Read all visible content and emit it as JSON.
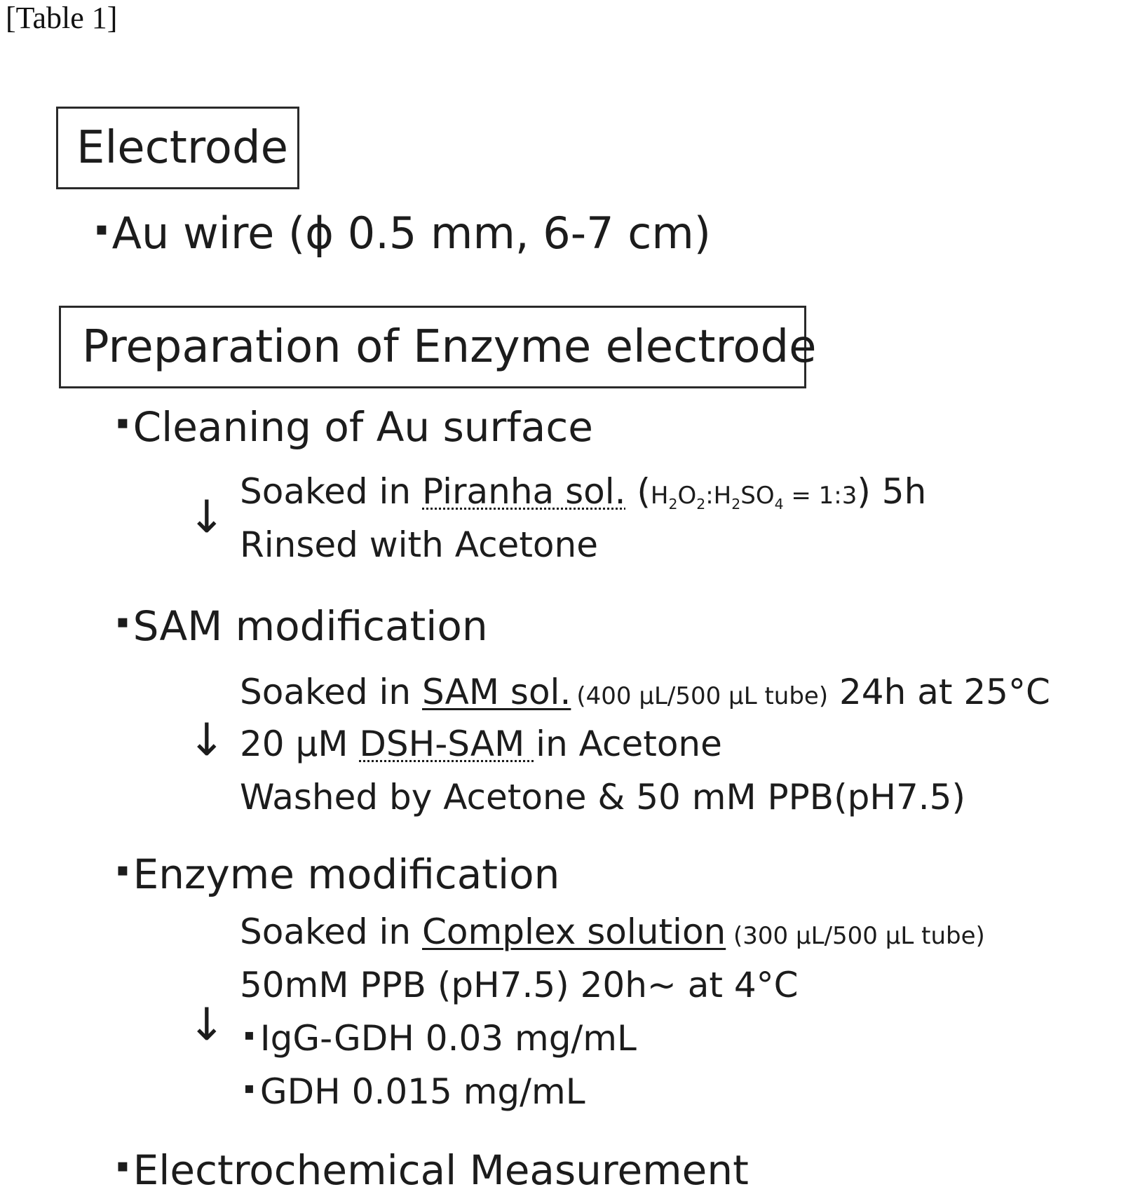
{
  "caption": "[Table 1]",
  "electrode": {
    "heading": "Electrode",
    "bullet": "▪",
    "item": "Au wire (ϕ 0.5 mm, 6-7 cm)"
  },
  "preparation": {
    "heading": "Preparation of Enzyme electrode",
    "arrow": "↓",
    "cleaning": {
      "title": "Cleaning of Au surface",
      "line1_prefix": "Soaked  in ",
      "line1_link": "Piranha sol.",
      "line1_formula_h": "H",
      "line1_formula_2a": "2",
      "line1_formula_o": "O",
      "line1_formula_2b": "2",
      "line1_formula_h2": ":H",
      "line1_formula_2c": "2",
      "line1_formula_so": "SO",
      "line1_formula_4": "4",
      "line1_formula_ratio": " = 1:3",
      "line1_open": " (",
      "line1_close": ")",
      "line1_suffix": " 5h",
      "line2": "Rinsed  with  Acetone"
    },
    "sam": {
      "title": "SAM modification",
      "line1_prefix": "Soaked  in ",
      "line1_link": "SAM sol.",
      "line1_small": "(400 µL/500 µL tube)",
      "line1_suffix": " 24h at 25°C",
      "line2_prefix": "20 µM ",
      "line2_link": "DSH-SAM ",
      "line2_suffix": "in Acetone",
      "line3": "Washed  by  Acetone  &  50 mM  PPB(pH7.5)"
    },
    "enzyme": {
      "title": "Enzyme modification",
      "line1_prefix": "Soaked  in ",
      "line1_link": "Complex solution",
      "line1_small": " (300 µL/500 µL tube)",
      "line2": "50mM  PPB  (pH7.5)  20h~  at  4°C",
      "item1": "IgG-GDH  0.03 mg/mL",
      "item2": "GDH 0.015 mg/mL"
    },
    "measurement": {
      "title": "Electrochemical Measurement"
    }
  }
}
